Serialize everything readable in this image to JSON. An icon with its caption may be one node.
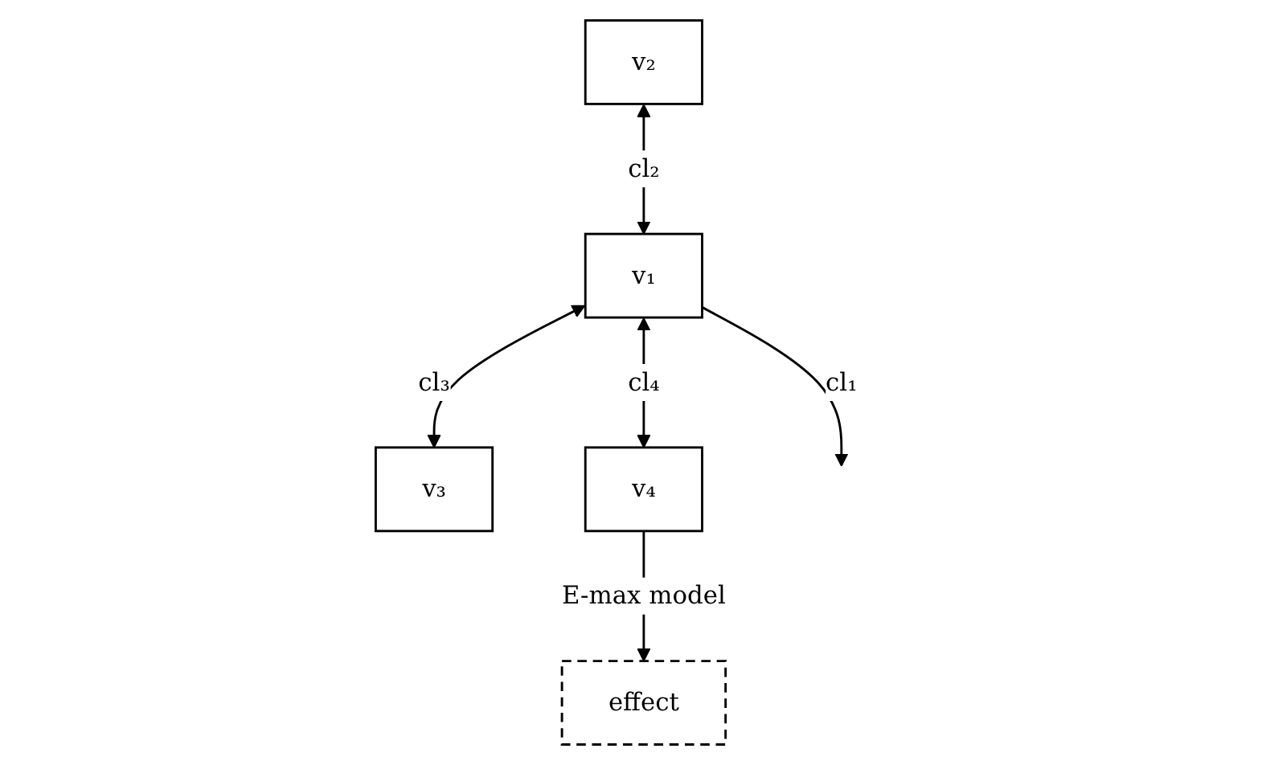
{
  "diagram": {
    "nodes": [
      {
        "text": [
          "v₂"
        ]
      },
      {
        "text": [
          "v₁"
        ]
      },
      {
        "text": [
          "v₃"
        ]
      },
      {
        "text": [
          "v₄"
        ]
      },
      {
        "text": [
          "effect"
        ]
      }
    ],
    "edges": [
      {
        "from": 1,
        "to": null,
        "arrow": "to",
        "label": "cl₁"
      },
      {
        "from": 0,
        "to": 1,
        "arrow": "both",
        "label": "cl₂"
      },
      {
        "from": 1,
        "to": 2,
        "arrow": "both",
        "label": "cl₃"
      },
      {
        "from": 1,
        "to": 3,
        "arrow": "both",
        "label": "cl₄"
      },
      {
        "from": 3,
        "to": 4,
        "arrow": "to",
        "label": "E-max model"
      }
    ]
  }
}
